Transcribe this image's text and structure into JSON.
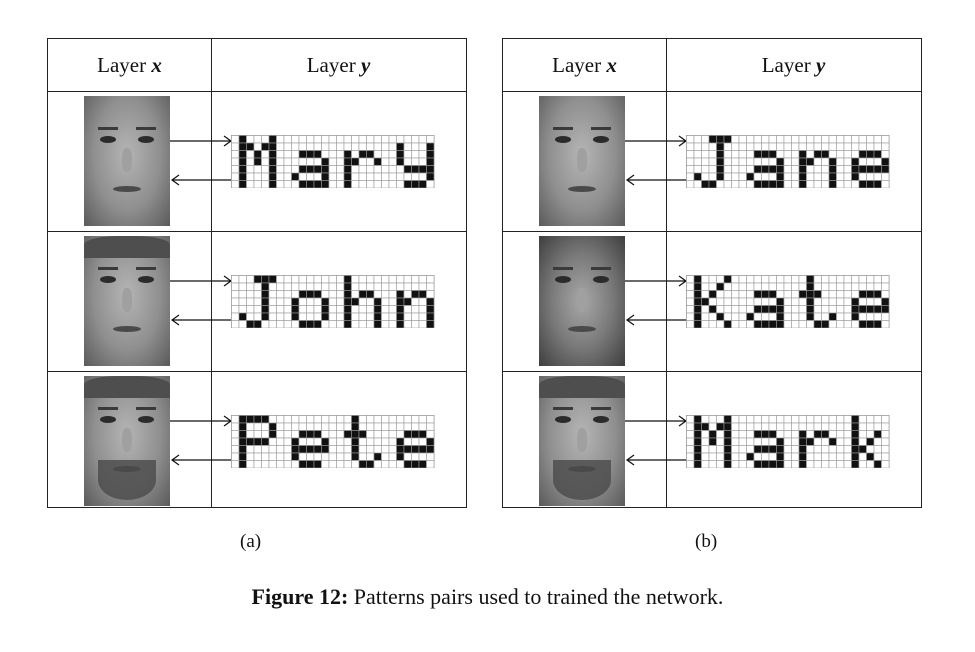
{
  "panels": [
    {
      "id": "a",
      "header_x_text": "Layer",
      "header_x_var": "x",
      "header_y_text": "Layer",
      "header_y_var": "y",
      "sublabel": "(a)",
      "rows": [
        {
          "name": "Mary",
          "face": "female"
        },
        {
          "name": "John",
          "face": "male"
        },
        {
          "name": "Pete",
          "face": "bearded"
        }
      ]
    },
    {
      "id": "b",
      "header_x_text": "Layer",
      "header_x_var": "x",
      "header_y_text": "Layer",
      "header_y_var": "y",
      "sublabel": "(b)",
      "rows": [
        {
          "name": "Jane",
          "face": "female"
        },
        {
          "name": "Kate",
          "face": "female-dark"
        },
        {
          "name": "Mark",
          "face": "bearded"
        }
      ]
    }
  ],
  "caption_bold": "Figure 12:",
  "caption_text": " Patterns pairs used to trained the network.",
  "colors": {
    "pixel_on": "#111111",
    "pixel_off": "#ffffff",
    "grid": "#9a9a9a"
  }
}
